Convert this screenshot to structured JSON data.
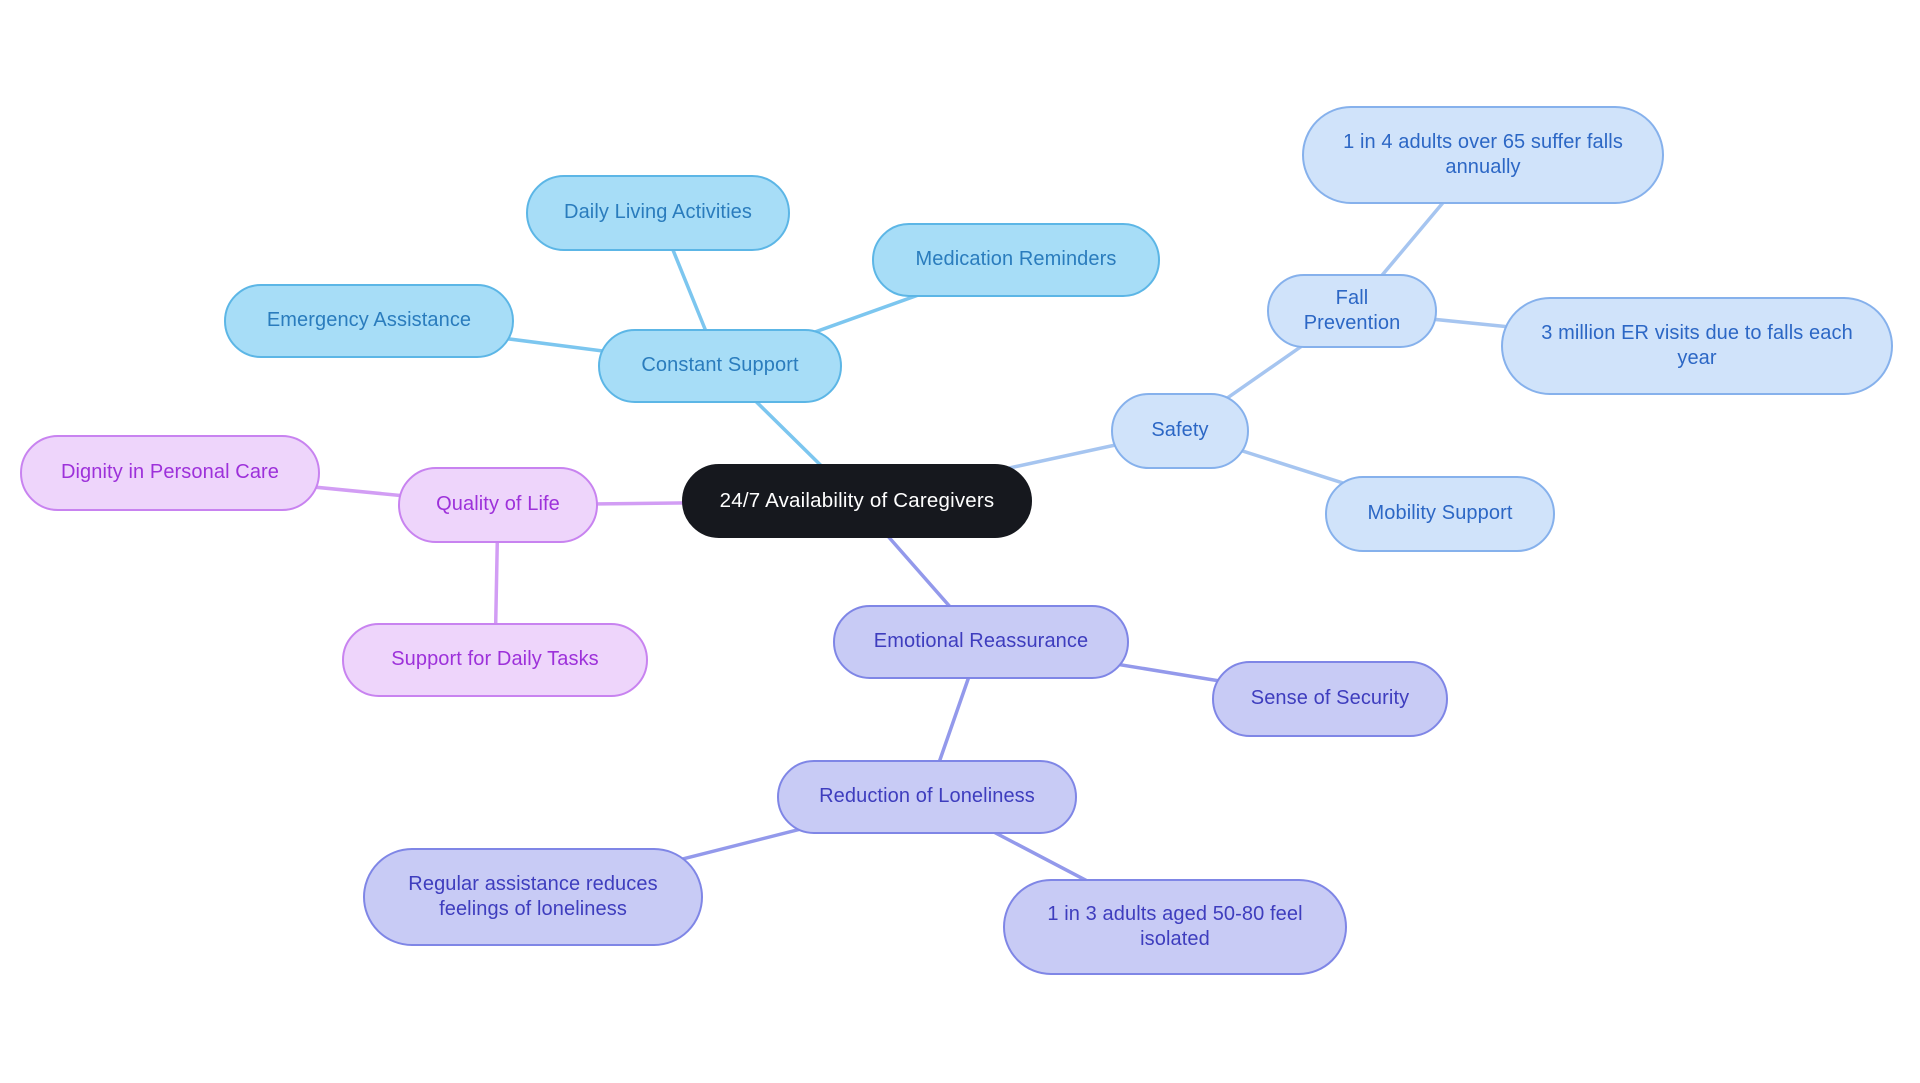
{
  "canvas": {
    "background": "#ffffff"
  },
  "colors": {
    "root": {
      "fill": "#16181e",
      "border": "#16181e",
      "text": "#ffffff",
      "line": "#16181e"
    },
    "constant": {
      "fill": "#a7ddf7",
      "border": "#5cb6e6",
      "text": "#2a7cbd",
      "line": "#7cc6ef"
    },
    "safety": {
      "fill": "#d0e3fa",
      "border": "#86b1ec",
      "text": "#2c67c5",
      "line": "#a6c5f0"
    },
    "quality": {
      "fill": "#eed5fb",
      "border": "#c883f0",
      "text": "#9d31da",
      "line": "#d29df4"
    },
    "emotional": {
      "fill": "#c8cbf5",
      "border": "#7f86e6",
      "text": "#3e3dbe",
      "line": "#9399eb"
    }
  },
  "nodes": [
    {
      "id": "center",
      "branch": "root",
      "label": "24/7 Availability of Caregivers"
    },
    {
      "id": "constant-support",
      "branch": "constant",
      "label": "Constant Support"
    },
    {
      "id": "daily-living-activities",
      "branch": "constant",
      "label": "Daily Living Activities"
    },
    {
      "id": "medication-reminders",
      "branch": "constant",
      "label": "Medication Reminders"
    },
    {
      "id": "emergency-assistance",
      "branch": "constant",
      "label": "Emergency Assistance"
    },
    {
      "id": "safety",
      "branch": "safety",
      "label": "Safety"
    },
    {
      "id": "fall-prevention",
      "branch": "safety",
      "label": "Fall Prevention"
    },
    {
      "id": "falls-annually",
      "branch": "safety",
      "label": "1 in 4 adults over 65 suffer falls annually"
    },
    {
      "id": "er-visits",
      "branch": "safety",
      "label": "3 million ER visits due to falls each year"
    },
    {
      "id": "mobility-support",
      "branch": "safety",
      "label": "Mobility Support"
    },
    {
      "id": "quality-of-life",
      "branch": "quality",
      "label": "Quality of Life"
    },
    {
      "id": "dignity-personal-care",
      "branch": "quality",
      "label": "Dignity in Personal Care"
    },
    {
      "id": "support-daily-tasks",
      "branch": "quality",
      "label": "Support for Daily Tasks"
    },
    {
      "id": "emotional-reassurance",
      "branch": "emotional",
      "label": "Emotional Reassurance"
    },
    {
      "id": "sense-of-security",
      "branch": "emotional",
      "label": "Sense of Security"
    },
    {
      "id": "reduction-of-loneliness",
      "branch": "emotional",
      "label": "Reduction of Loneliness"
    },
    {
      "id": "regular-assistance",
      "branch": "emotional",
      "label": "Regular assistance reduces feelings of loneliness"
    },
    {
      "id": "isolated-adults",
      "branch": "emotional",
      "label": "1 in 3 adults aged 50-80 feel isolated"
    }
  ],
  "edges": [
    {
      "from": "center",
      "to": "constant-support"
    },
    {
      "from": "constant-support",
      "to": "daily-living-activities"
    },
    {
      "from": "constant-support",
      "to": "medication-reminders"
    },
    {
      "from": "constant-support",
      "to": "emergency-assistance"
    },
    {
      "from": "center",
      "to": "safety"
    },
    {
      "from": "safety",
      "to": "fall-prevention"
    },
    {
      "from": "safety",
      "to": "mobility-support"
    },
    {
      "from": "fall-prevention",
      "to": "falls-annually"
    },
    {
      "from": "fall-prevention",
      "to": "er-visits"
    },
    {
      "from": "center",
      "to": "quality-of-life"
    },
    {
      "from": "quality-of-life",
      "to": "dignity-personal-care"
    },
    {
      "from": "quality-of-life",
      "to": "support-daily-tasks"
    },
    {
      "from": "center",
      "to": "emotional-reassurance"
    },
    {
      "from": "emotional-reassurance",
      "to": "sense-of-security"
    },
    {
      "from": "emotional-reassurance",
      "to": "reduction-of-loneliness"
    },
    {
      "from": "reduction-of-loneliness",
      "to": "regular-assistance"
    },
    {
      "from": "reduction-of-loneliness",
      "to": "isolated-adults"
    }
  ]
}
